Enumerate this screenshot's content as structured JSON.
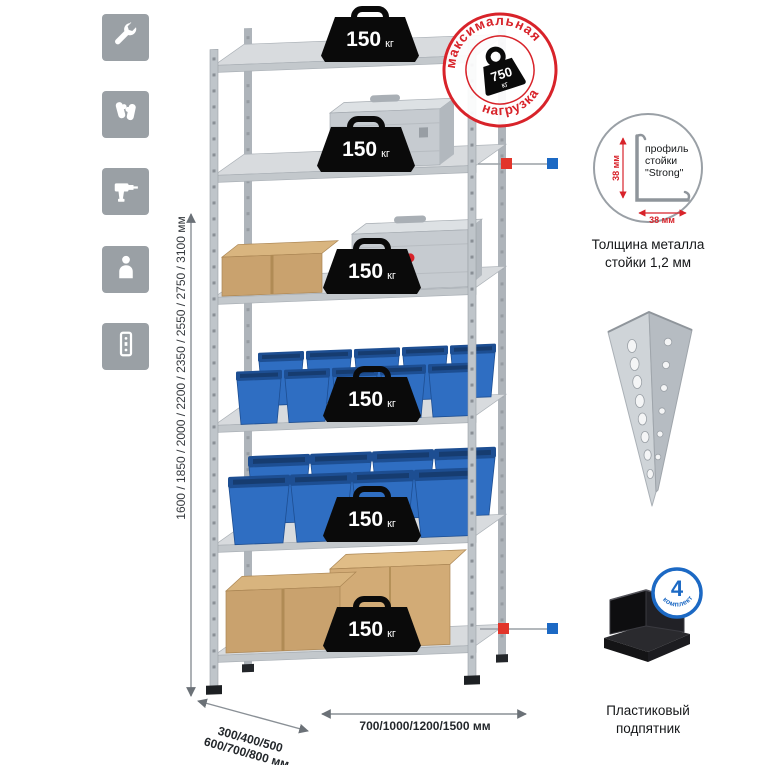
{
  "colors": {
    "accent_red": "#d8232a",
    "accent_blue": "#1c69c4",
    "bin_blue": "#2f6ec2",
    "metal_gray": "#c6cbd0",
    "cardboard": "#c9a26e",
    "tile_gray": "#9aa0a5"
  },
  "sidebar_icons": [
    {
      "name": "wrench-icon"
    },
    {
      "name": "work-gloves-icon"
    },
    {
      "name": "drill-icon"
    },
    {
      "name": "person-icon"
    },
    {
      "name": "rack-upright-icon"
    }
  ],
  "shelf_badges": [
    {
      "value": "150",
      "unit": "кг"
    },
    {
      "value": "150",
      "unit": "кг"
    },
    {
      "value": "150",
      "unit": "кг"
    },
    {
      "value": "150",
      "unit": "кг"
    },
    {
      "value": "150",
      "unit": "кг"
    },
    {
      "value": "150",
      "unit": "кг"
    }
  ],
  "max_load_stamp": {
    "arc_top": "максимальная",
    "arc_bottom": "нагрузка",
    "value": "750",
    "unit": "кг"
  },
  "profile_callout": {
    "line1": "профиль",
    "line2": "стойки",
    "line3": "\"Strong\"",
    "dim_vertical": "38 мм",
    "dim_horizontal": "38 мм",
    "caption_line1": "Толщина металла",
    "caption_line2": "стойки 1,2 мм"
  },
  "foot_callout": {
    "badge_number": "4",
    "badge_text": "в комплекте",
    "caption_line1": "Пластиковый",
    "caption_line2": "подпятник"
  },
  "dimensions": {
    "height": "1600 / 1850 / 2000 / 2200 / 2350 / 2550 / 2750 / 3100 мм",
    "depth_line1": "300/400/500",
    "depth_line2": "600/700/800 мм",
    "width": "700/1000/1200/1500 мм"
  }
}
